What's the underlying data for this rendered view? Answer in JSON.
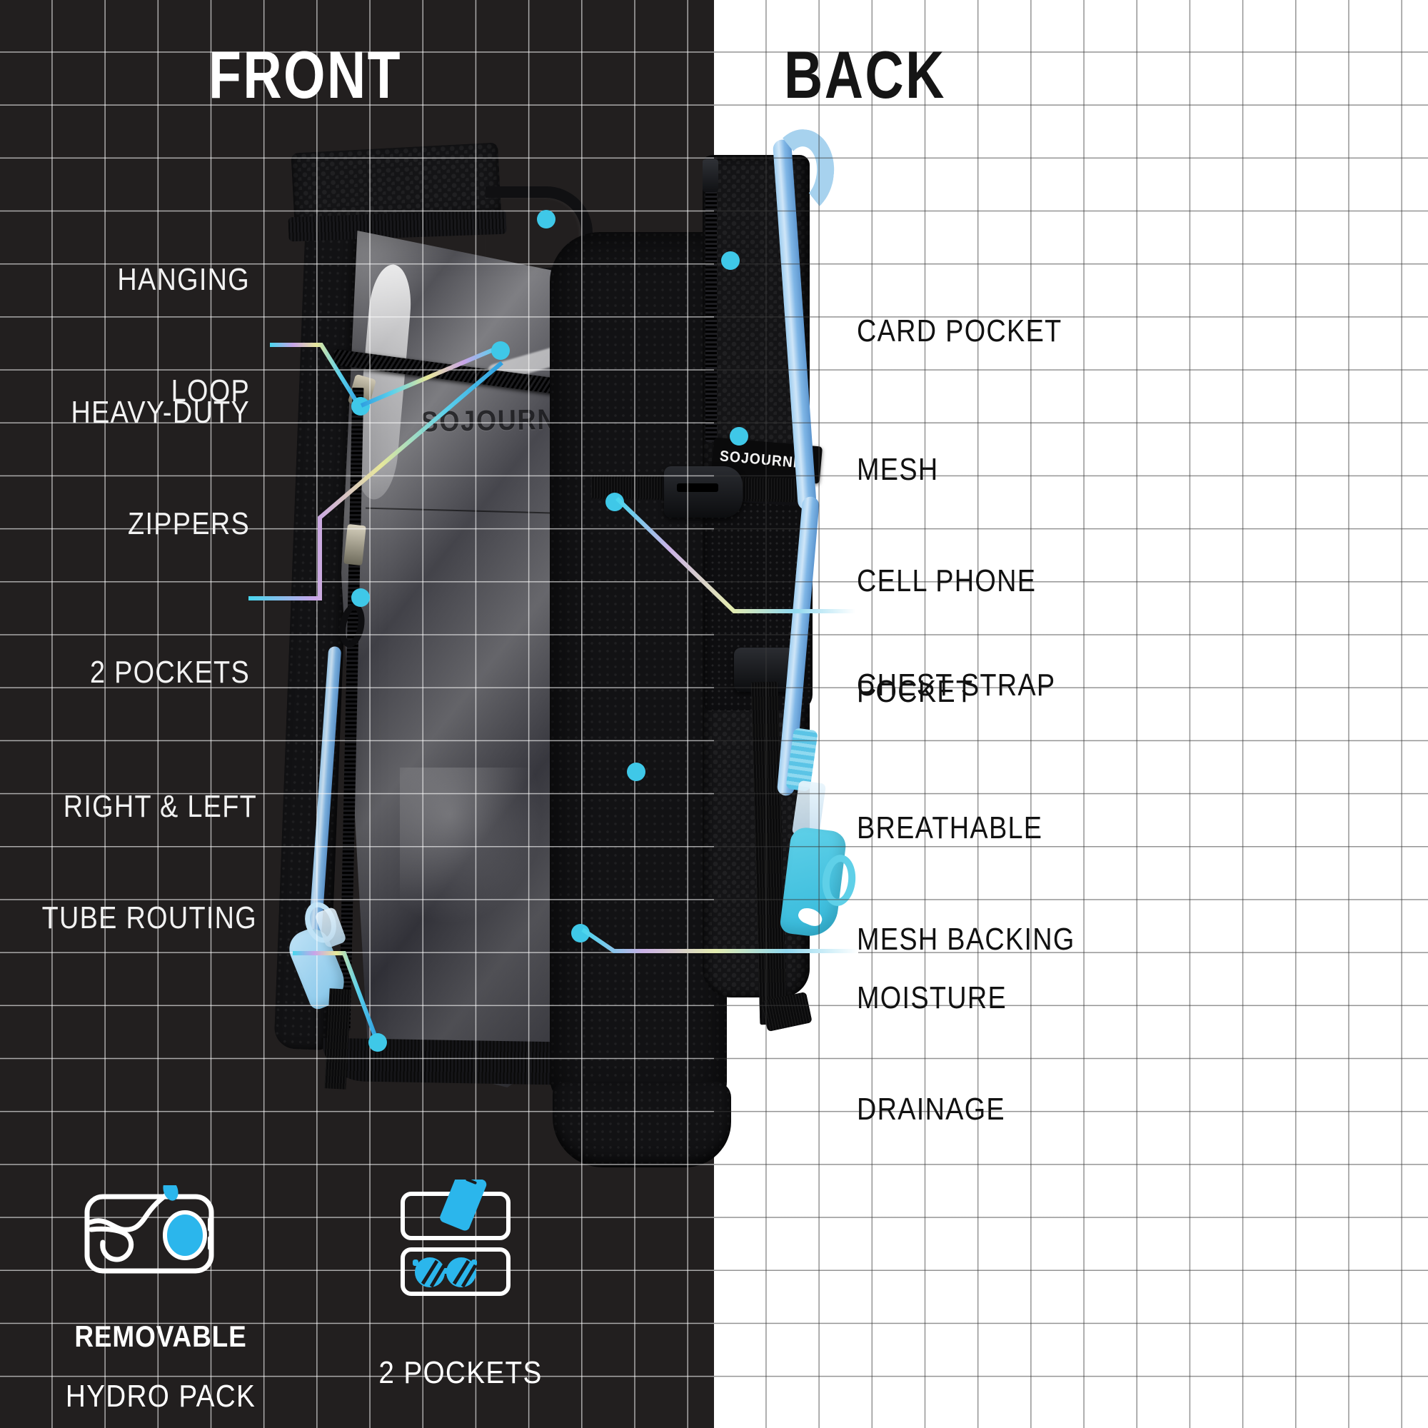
{
  "headings": {
    "front": "FRONT",
    "back": "BACK"
  },
  "colors": {
    "dark_bg": "#221f1f",
    "light_bg": "#ffffff",
    "accent_cyan": "#3fc8e8",
    "grid_dark": "rgba(255,255,255,0.62)",
    "grid_light": "rgba(60,60,60,0.55)",
    "gradient_stops": [
      "#48d6ee",
      "#c9a4e8",
      "#e8e89a",
      "#5ad0ec",
      "#2f9fe0"
    ]
  },
  "brand": {
    "strap_label": "SOJOURNER",
    "pvc_print": "SOJOURNER"
  },
  "callouts_left": [
    {
      "id": "hanging-loop",
      "line1": "HANGING",
      "line2": "LOOP"
    },
    {
      "id": "heavy-duty-zippers",
      "line1": "HEAVY-DUTY",
      "line2": "ZIPPERS"
    },
    {
      "id": "two-pockets",
      "line1": "2 POCKETS",
      "line2": ""
    },
    {
      "id": "tube-routing",
      "line1": "RIGHT & LEFT",
      "line2": "TUBE ROUTING"
    }
  ],
  "callouts_right": [
    {
      "id": "card-pocket",
      "line1": "CARD POCKET",
      "line2": "",
      "line3": ""
    },
    {
      "id": "mesh-cell-phone",
      "line1": "MESH",
      "line2": "CELL PHONE",
      "line3": "POCKET"
    },
    {
      "id": "chest-strap",
      "line1": "CHEST STRAP",
      "line2": "",
      "line3": ""
    },
    {
      "id": "breathable-mesh",
      "line1": "BREATHABLE",
      "line2": "MESH BACKING",
      "line3": ""
    },
    {
      "id": "moisture-drainage",
      "line1": "MOISTURE",
      "line2": "DRAINAGE",
      "line3": ""
    }
  ],
  "features": [
    {
      "id": "removable-hydro-pack",
      "icon": "hydration-bladder-icon",
      "caption_bold": "REMOVABLE",
      "caption_thin": "HYDRO PACK"
    },
    {
      "id": "two-pockets-feature",
      "icon": "phone-and-sunglasses-pockets-icon",
      "caption_bold": "",
      "caption_thin": "2 POCKETS"
    }
  ]
}
